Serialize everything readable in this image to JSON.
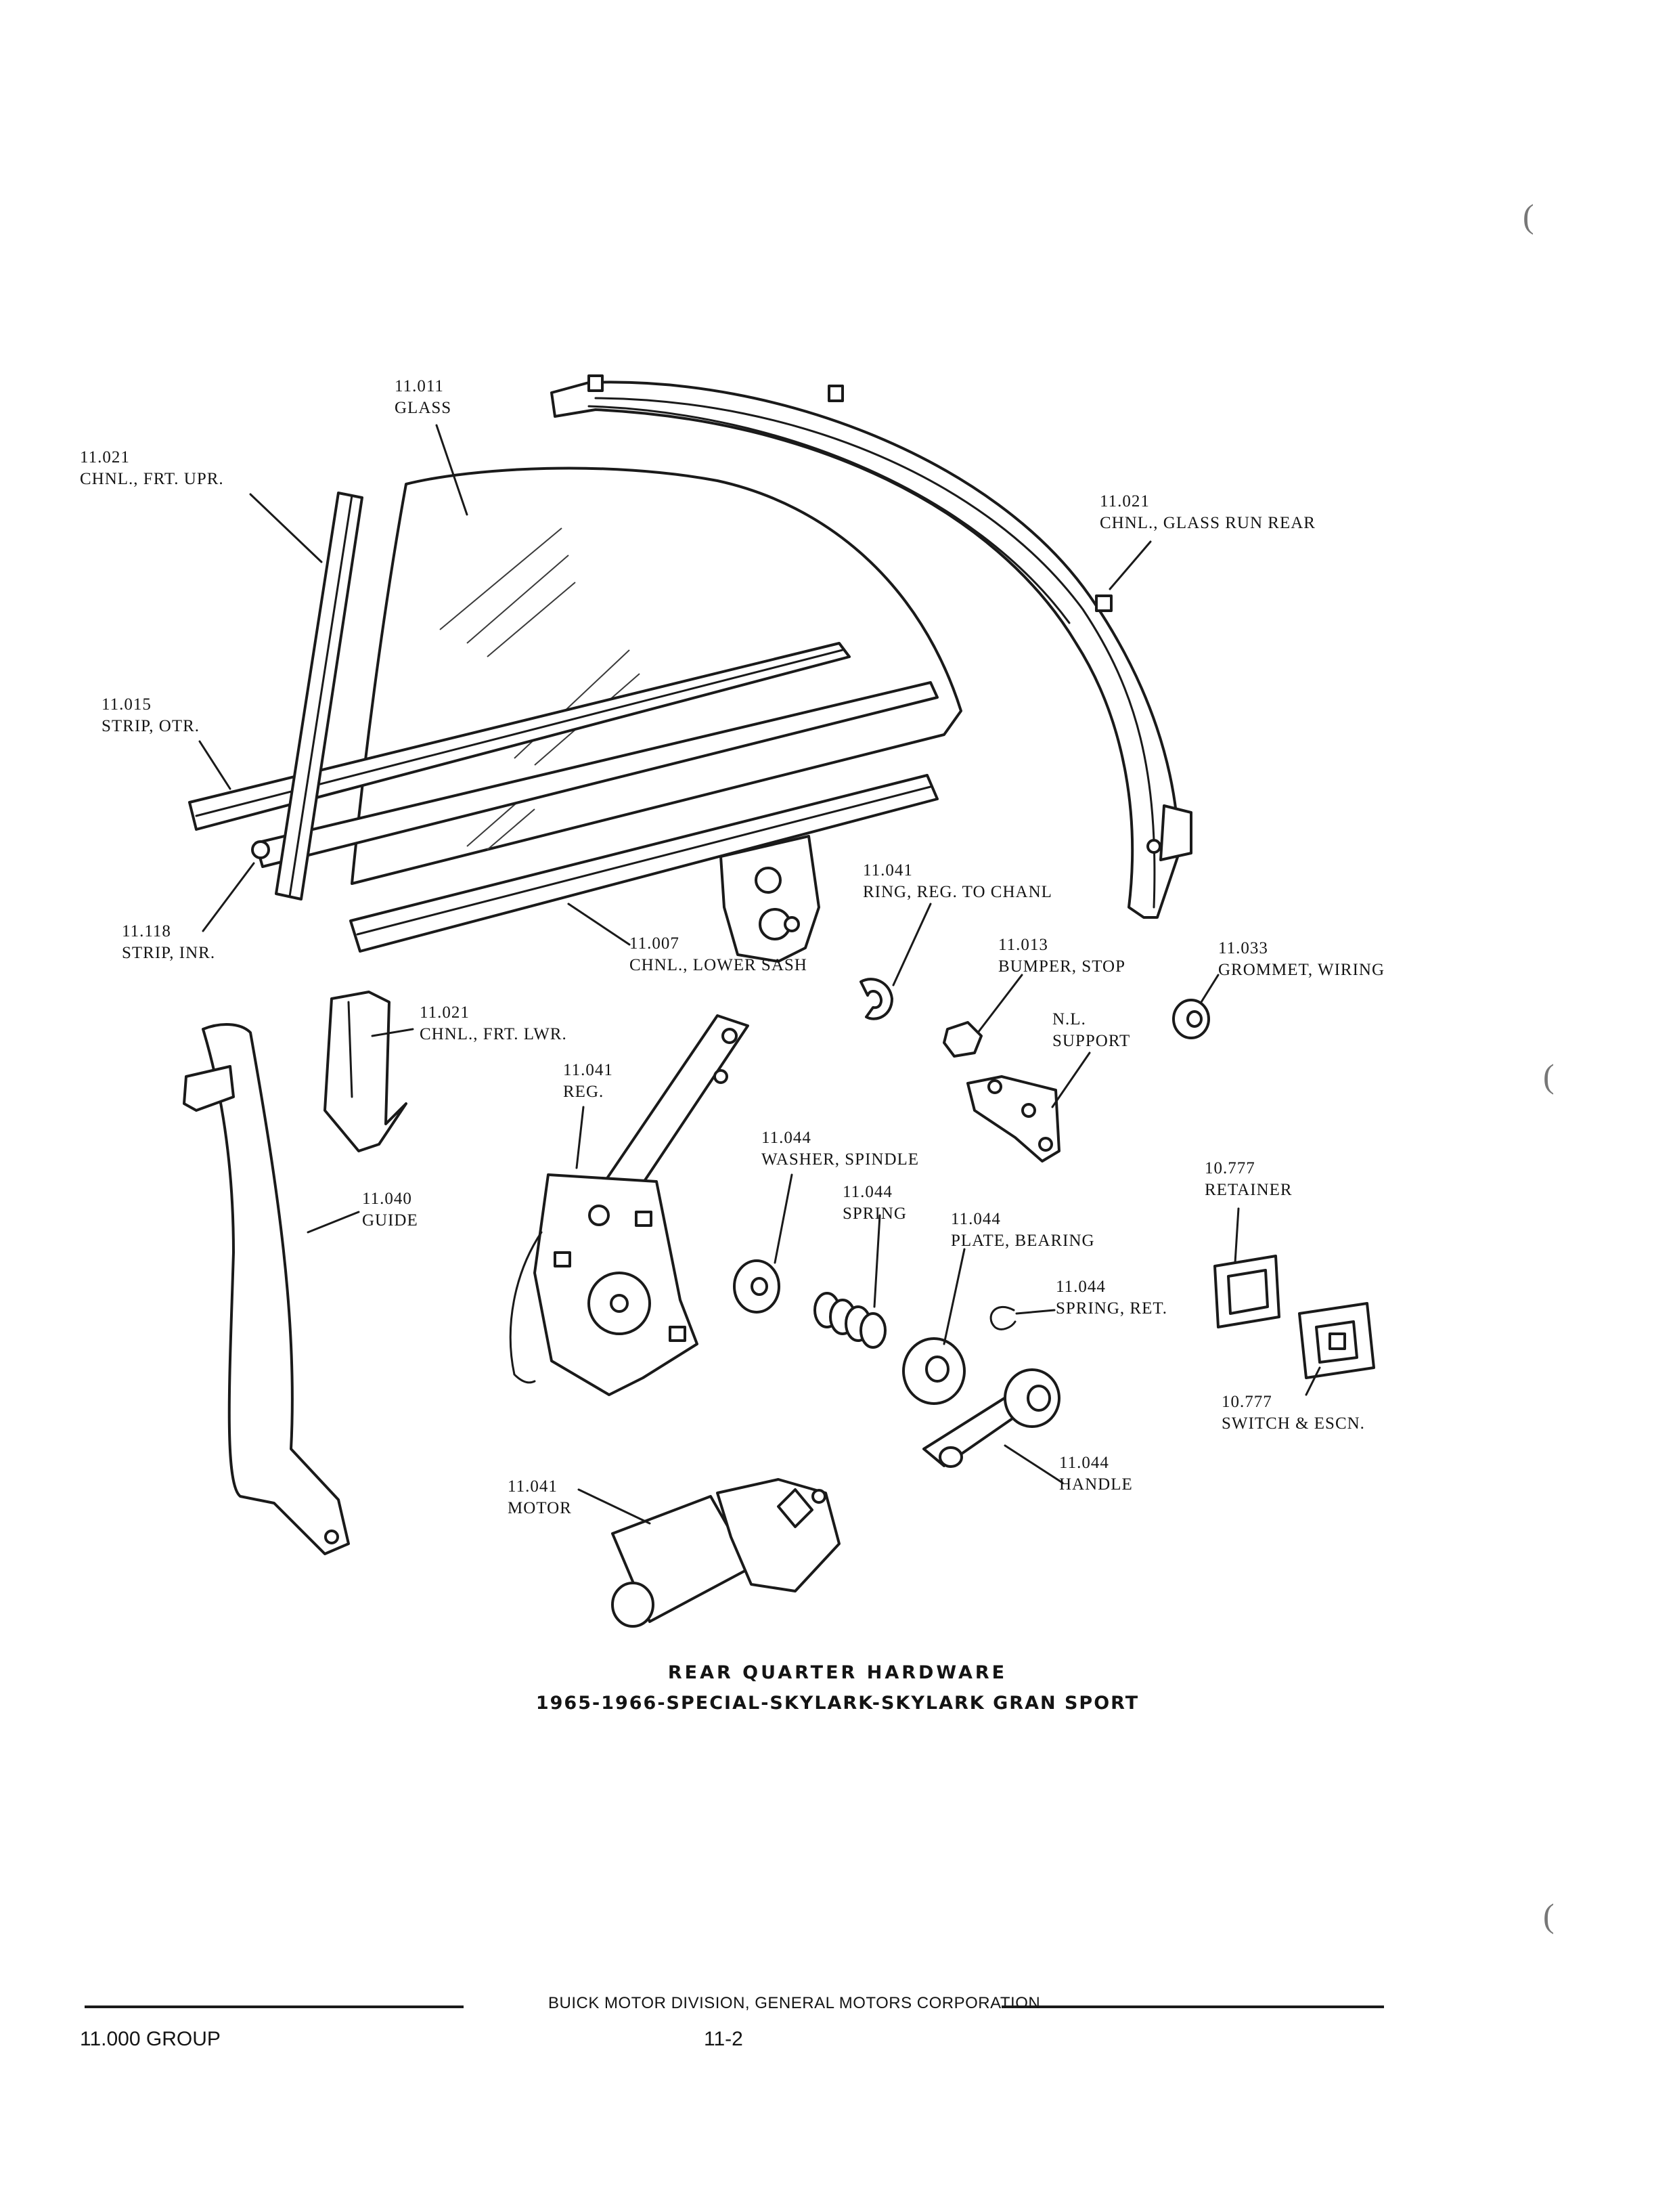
{
  "diagram": {
    "title": "REAR QUARTER HARDWARE",
    "subtitle": "1965-1966-SPECIAL-SKYLARK-SKYLARK GRAN SPORT",
    "callouts": [
      {
        "code": "11.011",
        "name": "GLASS"
      },
      {
        "code": "11.021",
        "name": "CHNL., FRT. UPR."
      },
      {
        "code": "11.021",
        "name": "CHNL., GLASS RUN REAR"
      },
      {
        "code": "11.015",
        "name": "STRIP, OTR."
      },
      {
        "code": "11.118",
        "name": "STRIP, INR."
      },
      {
        "code": "11.007",
        "name": "CHNL., LOWER SASH"
      },
      {
        "code": "11.041",
        "name": "RING, REG. TO CHANL"
      },
      {
        "code": "11.013",
        "name": "BUMPER, STOP"
      },
      {
        "code": "11.033",
        "name": "GROMMET, WIRING"
      },
      {
        "code": "",
        "name": "N.L. SUPPORT"
      },
      {
        "code": "11.021",
        "name": "CHNL., FRT. LWR."
      },
      {
        "code": "11.041",
        "name": "REG."
      },
      {
        "code": "11.040",
        "name": "GUIDE"
      },
      {
        "code": "11.044",
        "name": "WASHER, SPINDLE"
      },
      {
        "code": "11.044",
        "name": "SPRING"
      },
      {
        "code": "11.044",
        "name": "PLATE, BEARING"
      },
      {
        "code": "11.044",
        "name": "SPRING, RET."
      },
      {
        "code": "10.777",
        "name": "RETAINER"
      },
      {
        "code": "10.777",
        "name": "SWITCH & ESCN."
      },
      {
        "code": "11.044",
        "name": "HANDLE"
      },
      {
        "code": "11.041",
        "name": "MOTOR"
      }
    ]
  },
  "footer": {
    "corporation": "BUICK MOTOR DIVISION, GENERAL MOTORS CORPORATION",
    "group": "11.000 GROUP",
    "page": "11-2"
  }
}
